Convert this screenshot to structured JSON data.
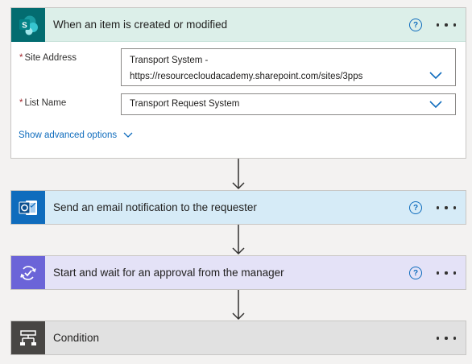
{
  "trigger": {
    "title": "When an item is created or modified",
    "icon": "sharepoint-icon",
    "help": "?",
    "site_address_label": "Site Address",
    "site_address_value_line1": "Transport System -",
    "site_address_value_line2": "https://resourcecloudacademy.sharepoint.com/sites/3pps",
    "list_name_label": "List Name",
    "list_name_value": "Transport Request System",
    "required_marker": "*",
    "advanced_options_label": "Show advanced options",
    "icon_letter": "S"
  },
  "steps": [
    {
      "title": "Send an email notification to the requester",
      "icon": "outlook-icon",
      "help": "?"
    },
    {
      "title": "Start and wait for an approval from the manager",
      "icon": "approval-icon",
      "help": "?"
    },
    {
      "title": "Condition",
      "icon": "condition-icon"
    }
  ],
  "colors": {
    "sharepoint": "#036c70",
    "outlook": "#0f6cbd",
    "approvals": "#6b64d8",
    "condition": "#484644",
    "link": "#0f6cbd"
  }
}
